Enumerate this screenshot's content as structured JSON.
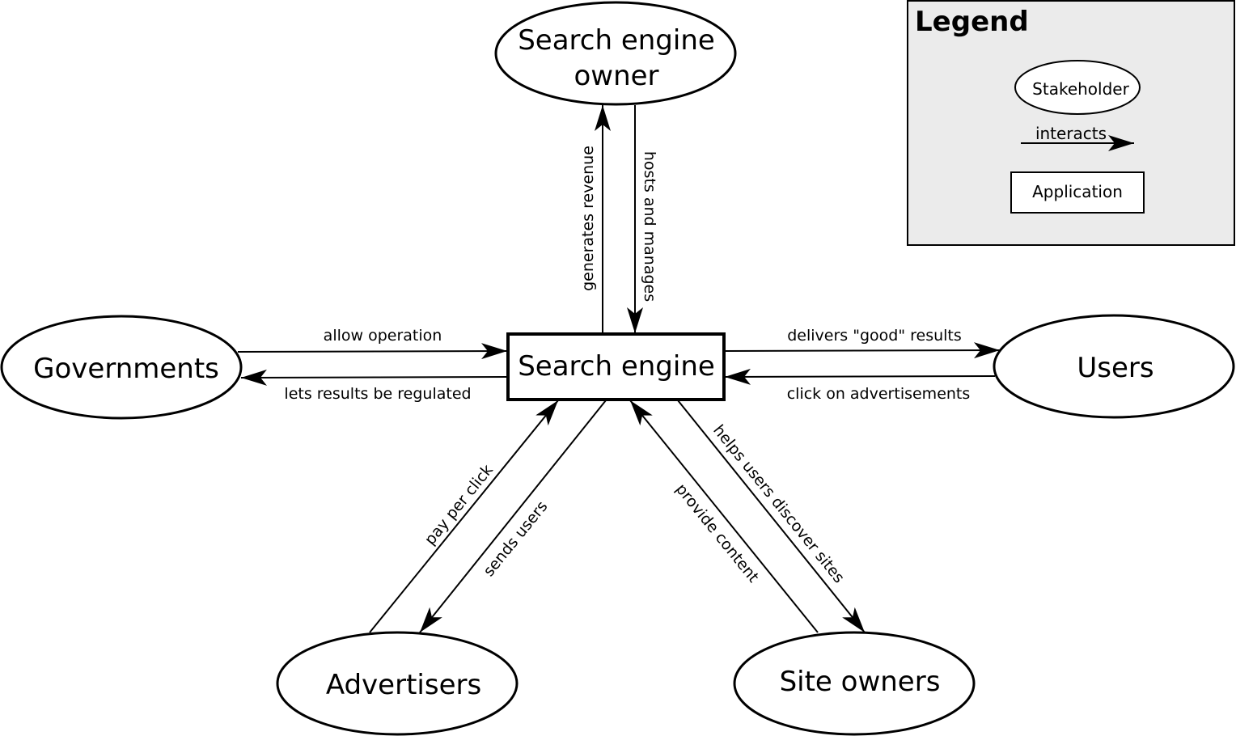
{
  "nodes": {
    "owner": {
      "label_line1": "Search engine",
      "label_line2": "owner"
    },
    "engine": {
      "label": "Search engine"
    },
    "governments": {
      "label": "Governments"
    },
    "users": {
      "label": "Users"
    },
    "advertisers": {
      "label": "Advertisers"
    },
    "site_owners": {
      "label": "Site owners"
    }
  },
  "edges": {
    "generates_revenue": "generates revenue",
    "hosts_and_manages": "hosts and manages",
    "allow_operation": "allow operation",
    "lets_results_be_regulated": "lets results be regulated",
    "delivers_good_results": "delivers \"good\" results",
    "click_on_advertisements": "click on advertisements",
    "pay_per_click": "pay per click",
    "sends_users": "sends users",
    "provide_content": "provide content",
    "helps_users_discover_sites": "helps users discover sites"
  },
  "legend": {
    "title": "Legend",
    "stakeholder": "Stakeholder",
    "interacts": "interacts",
    "application": "Application"
  }
}
